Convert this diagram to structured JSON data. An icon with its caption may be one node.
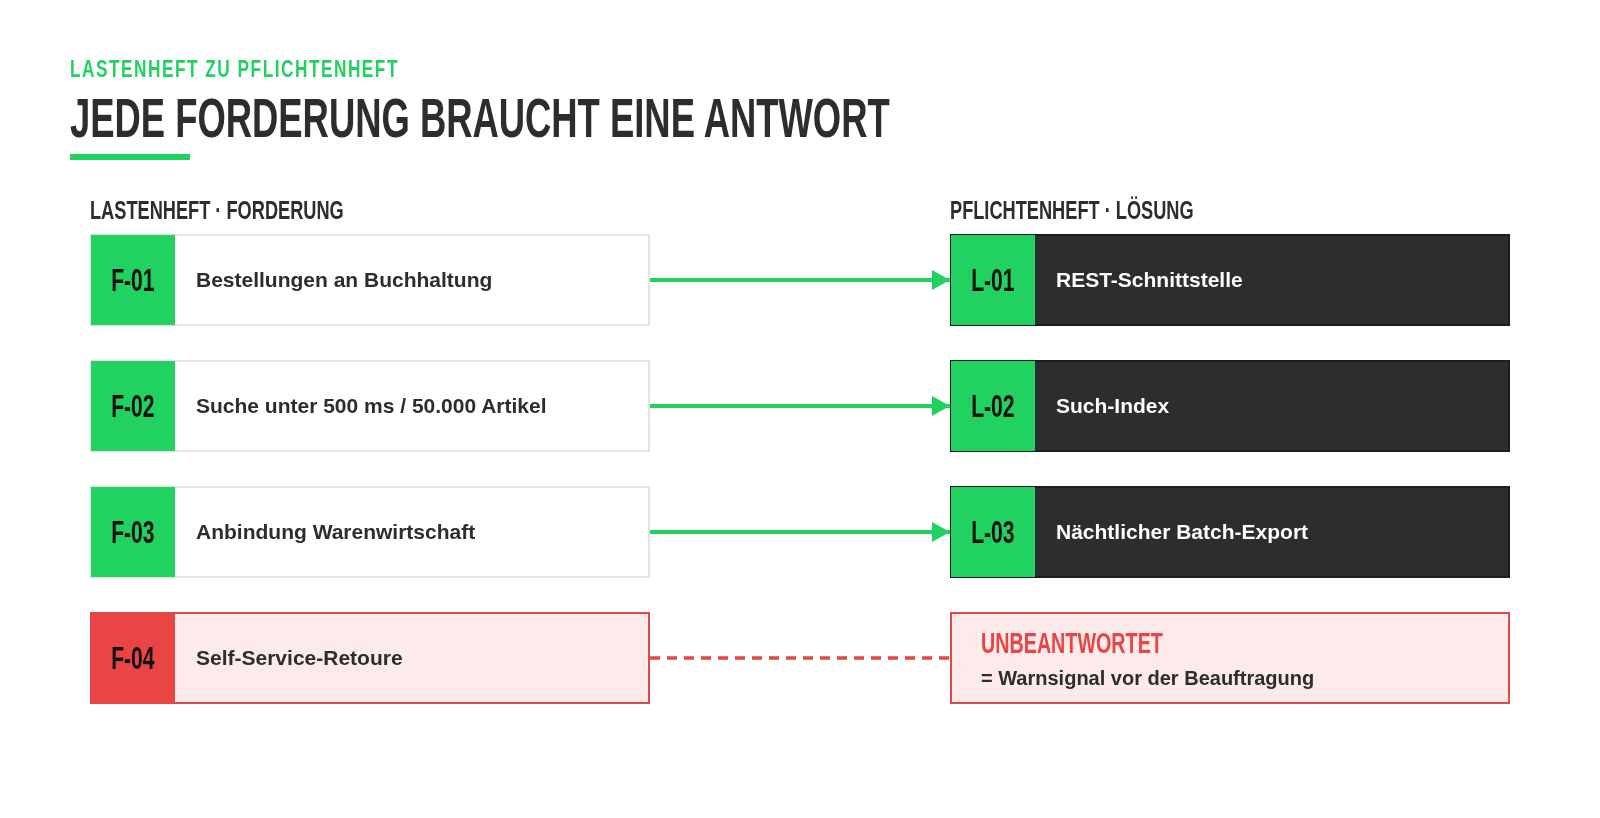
{
  "diagram": {
    "title": "JEDE FORDERUNG BRAUCHT EINE ANTWORT",
    "nodes": [
      {
        "text": [
          "F-01",
          "Bestellungen an Buchhaltung"
        ]
      },
      {
        "text": [
          "L-01",
          "REST-Schnittstelle"
        ]
      },
      {
        "text": [
          "F-02",
          "Suche unter 500 ms / 50.000 Artikel"
        ]
      },
      {
        "text": [
          "L-02",
          "Such-Index"
        ]
      },
      {
        "text": [
          "F-03",
          "Anbindung Warenwirtschaft"
        ]
      },
      {
        "text": [
          "L-03",
          "Nächtlicher Batch-Export"
        ]
      },
      {
        "text": [
          "F-04",
          "Self-Service-Retoure"
        ]
      },
      {
        "text": [
          "UNBEANTWORTET",
          "= Warnsignal vor der Beauftragung"
        ]
      }
    ],
    "edges": [
      {
        "from": 0,
        "to": 1,
        "arrow": "to"
      },
      {
        "from": 2,
        "to": 3,
        "arrow": "to"
      },
      {
        "from": 4,
        "to": 5,
        "arrow": "to"
      },
      {
        "from": 6,
        "to": 7,
        "arrow": "none",
        "style": "dashed",
        "color": "#e84545"
      }
    ],
    "labels": [
      "LASTENHEFT ZU PFLICHTENHEFT",
      "LASTENHEFT · FORDERUNG",
      "PFLICHTENHEFT · LÖSUNG"
    ]
  }
}
